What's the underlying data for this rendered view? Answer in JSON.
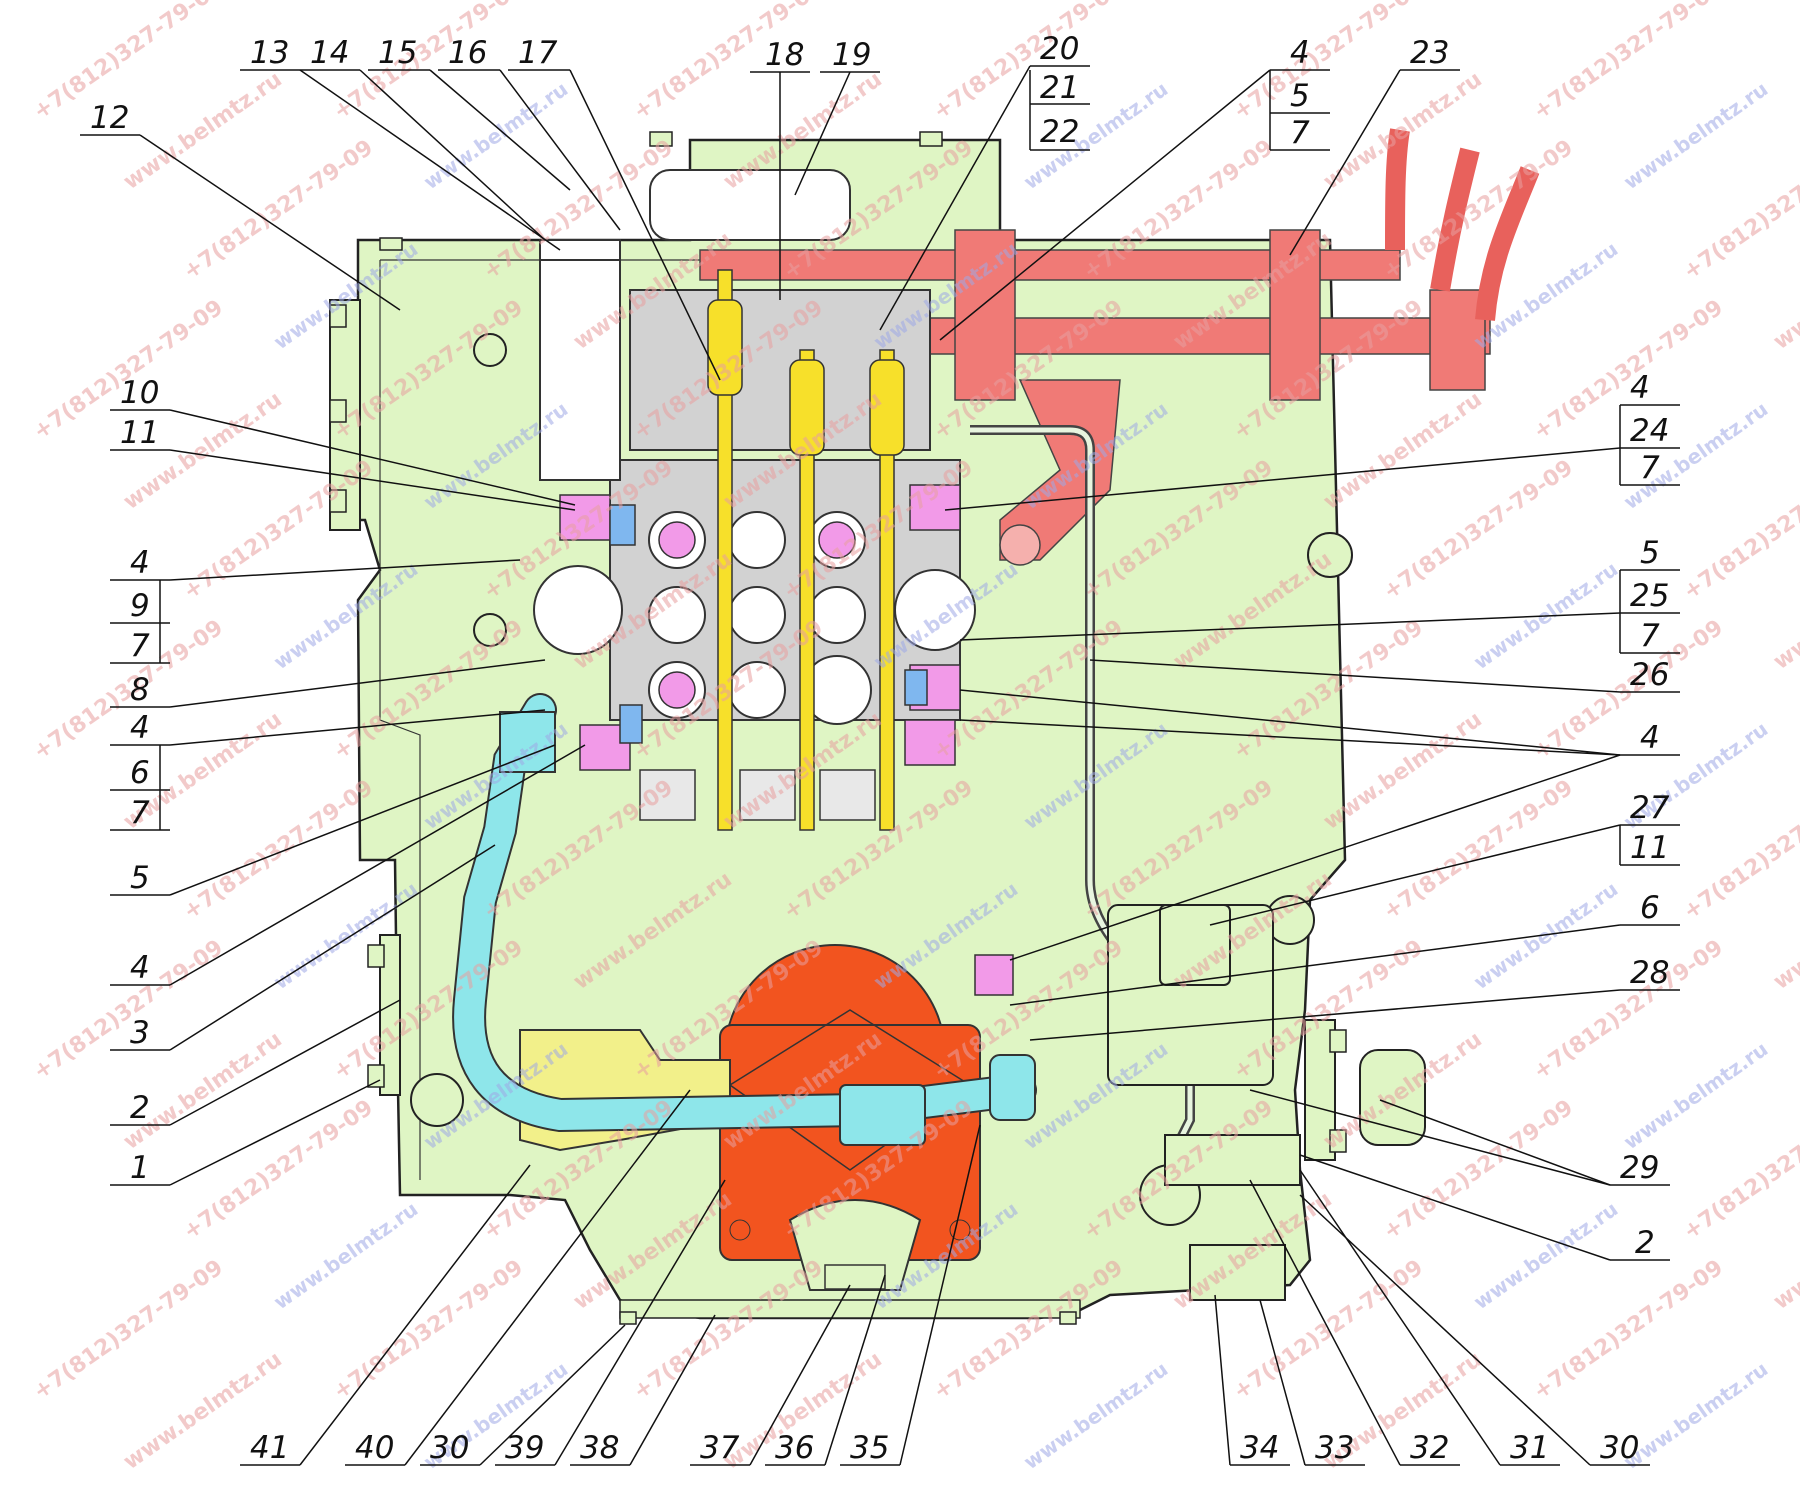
{
  "callouts_top": [
    "13",
    "14",
    "15",
    "16",
    "17",
    "18",
    "19"
  ],
  "callout_20": [
    "20",
    "21",
    "22"
  ],
  "callout_4_5_7": [
    "4",
    "5",
    "7"
  ],
  "callout_23": "23",
  "callout_12": "12",
  "callout_10_11": [
    "10",
    "11"
  ],
  "callout_4_24_7": [
    "4",
    "24",
    "7"
  ],
  "callout_4_9_7": [
    "4",
    "9",
    "7"
  ],
  "callout_8": "8",
  "callout_4_6_7": [
    "4",
    "6",
    "7"
  ],
  "callout_5_25_7": [
    "5",
    "25",
    "7"
  ],
  "callout_26": "26",
  "callout_4_right": "4",
  "callout_27_11": [
    "27",
    "11"
  ],
  "callout_6_right": "6",
  "callout_28": "28",
  "callout_29": "29",
  "callout_2_right": "2",
  "callouts_left_bottom": [
    "5",
    "4",
    "3",
    "2",
    "1"
  ],
  "callouts_bottom": [
    "41",
    "40",
    "30",
    "39",
    "38",
    "37",
    "36",
    "35",
    "34",
    "33",
    "32",
    "31",
    "30"
  ],
  "watermarks": {
    "site": "www.belmtz.ru",
    "phone": "+7(812)327-79-09"
  },
  "colors": {
    "housing": "#dff5c4",
    "housing_stroke": "#222222",
    "valve_block": "#d2d2d2",
    "levers": "#f7e02a",
    "red_pipes": "#f07a76",
    "blue_hose": "#8ee6ea",
    "pump": "#f2541f",
    "fittings_pink": "#f29ae8",
    "fittings_blue": "#7fb7ef",
    "flange_yellow": "#f2f08a"
  }
}
